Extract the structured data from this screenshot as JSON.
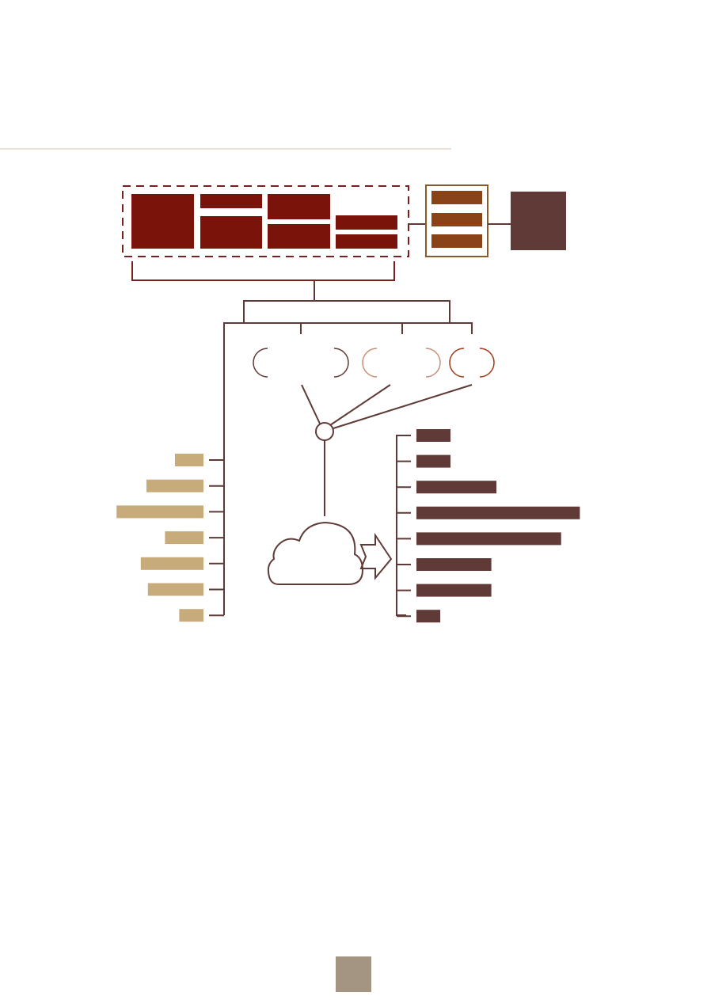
{
  "colors": {
    "rule": "#d8c0ad",
    "dark_red": "#7a130a",
    "dashed_border": "#7a1e1e",
    "rust": "#8a4318",
    "rust_border": "#8a5a2a",
    "dark_brown": "#603a36",
    "connector": "#5e3a36",
    "tan": "#c8ab7a",
    "ellipse_dark": "#5e3a36",
    "ellipse_light": "#c89078",
    "ellipse_orange": "#a03a18",
    "page_box": "#a49482"
  },
  "left_bars": {
    "relative_lengths": [
      1.0,
      2.0,
      3.05,
      1.35,
      2.2,
      1.95,
      0.85
    ]
  },
  "right_bars": {
    "relative_lengths": [
      1.0,
      1.0,
      2.35,
      4.8,
      4.25,
      2.2,
      2.2,
      0.7
    ]
  },
  "icons": {
    "hub": "hub-circle-icon",
    "cloud": "cloud-icon",
    "arrow": "right-arrow-icon"
  },
  "page_number": ""
}
